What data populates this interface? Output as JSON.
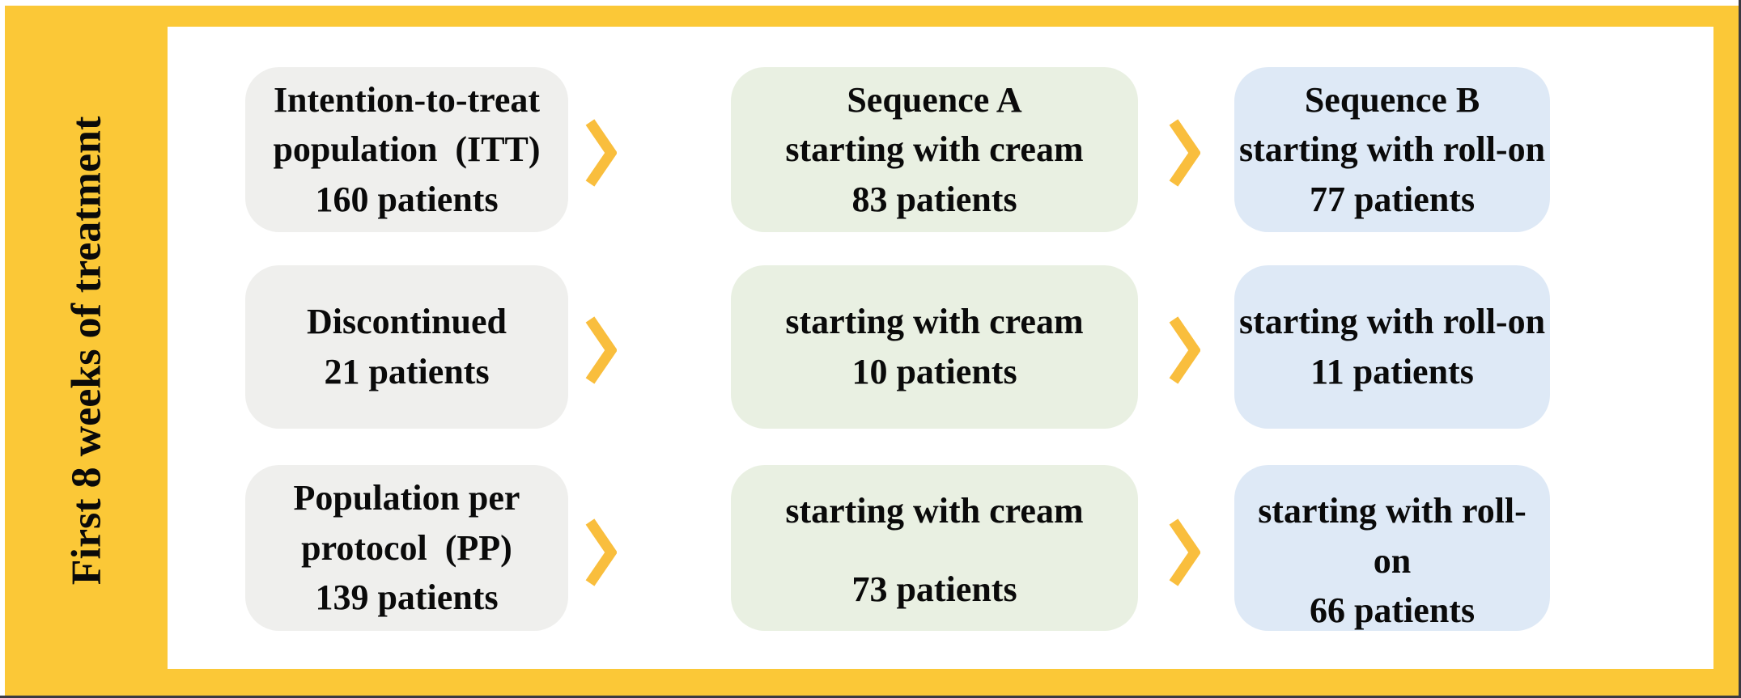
{
  "figure": {
    "sidebar_label": "First 8 weeks of treatment",
    "colors": {
      "frame_yellow": "#FBC837",
      "chevron_yellow": "#F9BE3D",
      "box_gray": "#EFEFED",
      "box_green": "#E9F0E2",
      "box_blue": "#DEE9F6",
      "panel_white": "#FFFFFF",
      "text": "#0A0A0A"
    }
  },
  "rows": [
    {
      "boxes": [
        {
          "name": "itt-population",
          "lines": [
            "Intention-to-treat",
            "population  (ITT)",
            "160 patients"
          ]
        },
        {
          "name": "sequence-a",
          "lines": [
            "Sequence A",
            "starting with cream",
            "83 patients"
          ]
        },
        {
          "name": "sequence-b",
          "lines": [
            "Sequence B",
            "starting with roll-on",
            "77 patients"
          ]
        }
      ]
    },
    {
      "boxes": [
        {
          "name": "discontinued",
          "lines": [
            "Discontinued",
            "21 patients"
          ]
        },
        {
          "name": "discontinued-cream",
          "lines": [
            "starting with cream",
            "10 patients"
          ]
        },
        {
          "name": "discontinued-roll-on",
          "lines": [
            "starting with roll-on",
            "11 patients"
          ]
        }
      ]
    },
    {
      "boxes": [
        {
          "name": "pp-population",
          "lines": [
            "Population per",
            "protocol  (PP)",
            "139 patients"
          ]
        },
        {
          "name": "pp-cream",
          "lines": [
            "starting with cream",
            "73 patients"
          ]
        },
        {
          "name": "pp-roll-on",
          "lines": [
            "starting with roll-on",
            "66 patients"
          ]
        }
      ]
    }
  ]
}
